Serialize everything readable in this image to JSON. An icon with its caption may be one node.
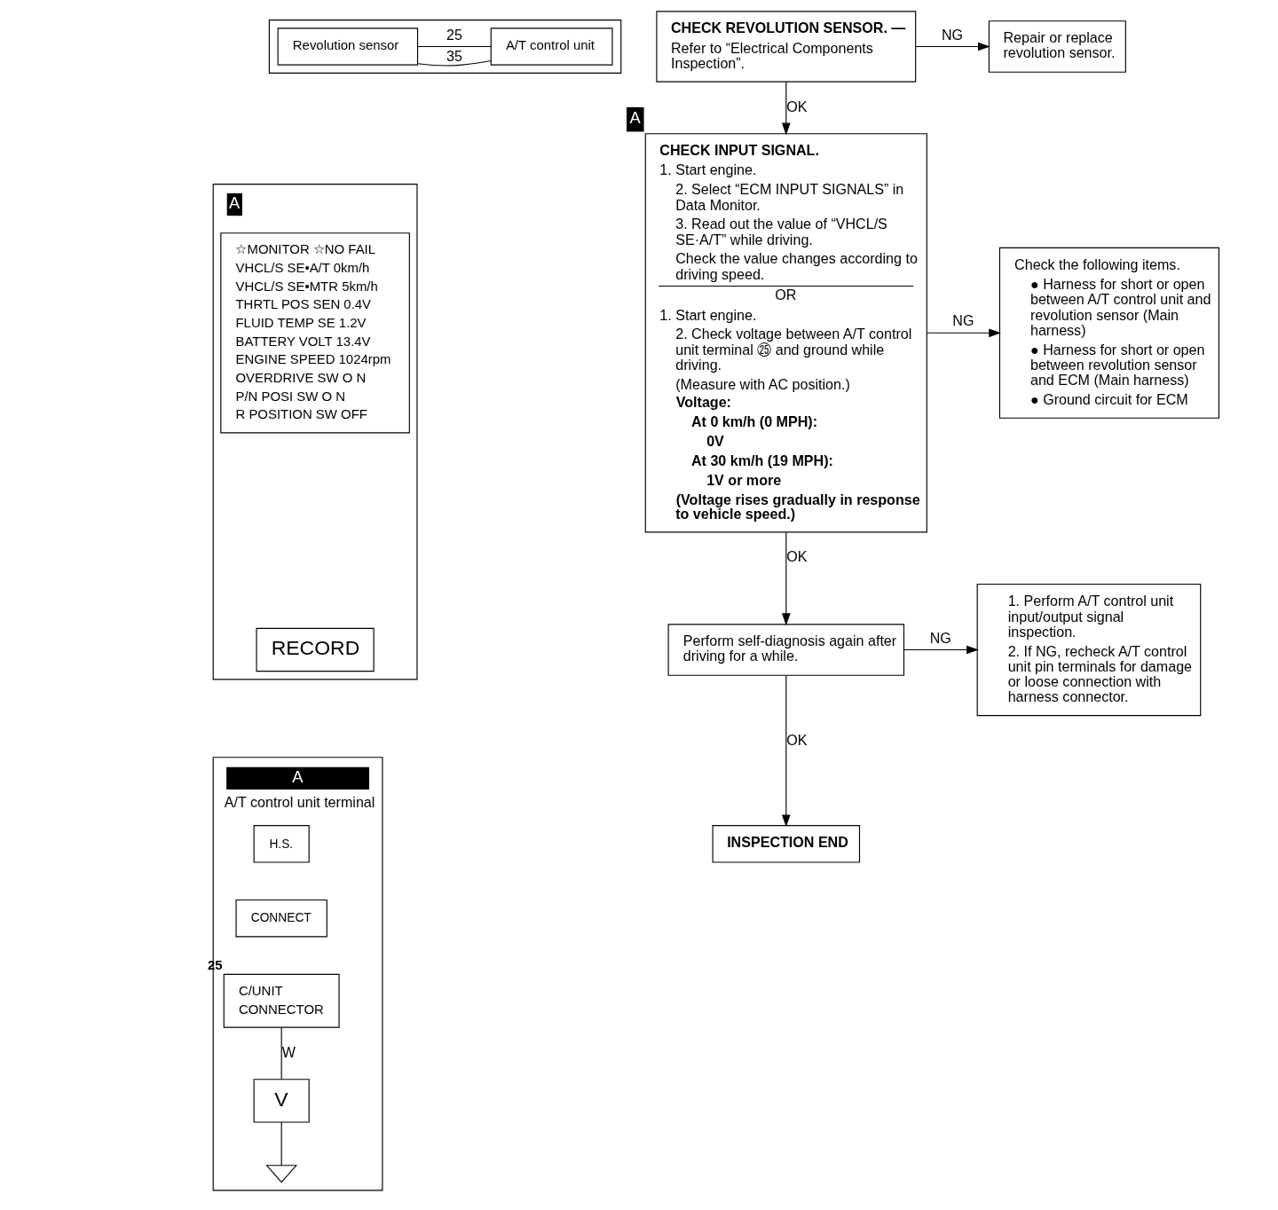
{
  "diagram": {
    "nodes": [
      {
        "text": [],
        "shape": "box"
      },
      {
        "text": [
          "Revolution sensor"
        ],
        "in": 0
      },
      {
        "text": [
          "A/T control unit"
        ],
        "in": 0
      },
      {
        "text": [
          "A"
        ]
      },
      {
        "text": [
          "☆MONITOR ☆NO FAIL",
          "VHCL/S SE•A/T 0km/h",
          "VHCL/S SE•MTR 5km/h",
          "THRTL POS SEN 0.4V",
          "FLUID TEMP SE 1.2V",
          "BATTERY VOLT 13.4V",
          "ENGINE SPEED 1024rpm",
          "OVERDRIVE SW O N",
          "P/N POSI SW O N",
          "R POSITION SW OFF"
        ],
        "in": 3
      },
      {
        "text": [
          "RECORD"
        ],
        "in": 3
      },
      {
        "text": [
          "A",
          "A/T control unit terminal"
        ]
      },
      {
        "text": [
          "H.S."
        ],
        "in": 6
      },
      {
        "text": [
          "CONNECT"
        ],
        "in": 6
      },
      {
        "text": [
          "C/UNIT",
          "CONNECTOR"
        ],
        "in": 6,
        "beside": [
          "25"
        ]
      },
      {
        "text": [
          "V"
        ],
        "in": 6
      },
      {
        "text": [],
        "shape": "ground",
        "in": 6
      },
      {
        "text": [
          "CHECK REVOLUTION SENSOR. —",
          "Refer to “Electrical Components Inspection”."
        ]
      },
      {
        "text": [
          "Repair or replace revolution sensor."
        ]
      },
      {
        "text": [
          "CHECK INPUT SIGNAL.",
          "1. Start engine.",
          "2. Select “ECM INPUT SIGNALS” in Data Monitor.",
          "3. Read out the value of “VHCL/S SE·A/T” while driving.",
          "Check the value changes according to driving speed.",
          "OR",
          "1. Start engine.",
          "2. Check voltage between A/T control unit terminal ㉕ and ground while driving.",
          "(Measure with AC position.)",
          "Voltage:",
          "At 0 km/h (0 MPH):",
          "0V",
          "At 30 km/h (19 MPH):",
          "1V or more",
          "(Voltage rises gradually in response to vehicle speed.)"
        ],
        "beside": [
          "A"
        ]
      },
      {
        "text": [
          "Check the following items.",
          "● Harness for short or open between A/T control unit and revolution sensor (Main harness)",
          "● Harness for short or open between revolution sensor and ECM (Main harness)",
          "● Ground circuit for ECM"
        ]
      },
      {
        "text": [
          "Perform self-diagnosis again after driving for a while."
        ]
      },
      {
        "text": [
          "1. Perform A/T control unit input/output signal inspection.",
          "2. If NG, recheck A/T control unit pin terminals for damage or loose connection with harness connector."
        ]
      },
      {
        "text": [
          "INSPECTION END"
        ]
      }
    ],
    "edges": [
      {
        "from": 1,
        "to": 2,
        "arrow": "none",
        "label": "25"
      },
      {
        "from": 1,
        "to": 2,
        "arrow": "none",
        "label": "35"
      },
      {
        "from": 9,
        "to": 10,
        "arrow": "none",
        "label": "W"
      },
      {
        "from": 10,
        "to": 11,
        "arrow": "none"
      },
      {
        "from": 12,
        "to": 13,
        "arrow": "to",
        "label": "NG"
      },
      {
        "from": 12,
        "to": 14,
        "arrow": "to",
        "label": "OK"
      },
      {
        "from": 14,
        "to": 15,
        "arrow": "to",
        "label": "NG"
      },
      {
        "from": 14,
        "to": 16,
        "arrow": "to",
        "label": "OK"
      },
      {
        "from": 16,
        "to": 17,
        "arrow": "to",
        "label": "NG"
      },
      {
        "from": 16,
        "to": 18,
        "arrow": "to",
        "label": "OK"
      }
    ]
  }
}
